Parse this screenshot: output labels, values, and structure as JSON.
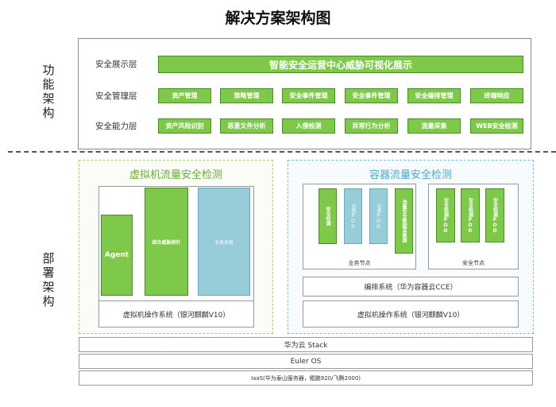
{
  "title": "解决方案架构图",
  "side_labels": {
    "functional": "功能架构",
    "deployment": "部署架构"
  },
  "functional": {
    "rows": [
      {
        "label": "安全展示层",
        "items": [
          "智能安全运营中心威胁可视化展示"
        ]
      },
      {
        "label": "安全管理层",
        "items": [
          "资产管理",
          "策略管理",
          "安全事件管理",
          "安全事件管理",
          "安全编排管理",
          "终端响应"
        ]
      },
      {
        "label": "安全能力层",
        "items": [
          "资产风险识别",
          "恶意文件分析",
          "入侵检测",
          "异常行为分析",
          "流量采集",
          "WEB安全检测"
        ]
      }
    ]
  },
  "vm_region": {
    "title": "虚拟机流量安全检测",
    "agent": "Agent",
    "threat_box": "综合威胁探针",
    "business": "业务系统",
    "os": "虚拟机操作系统（银河麒麟V10）"
  },
  "container_region": {
    "title": "容器流量安全检测",
    "business_node": {
      "label": "业务节点",
      "pods": [
        "安全检测",
        "业务POD",
        "业务POD",
        "流量安全数据采集器"
      ]
    },
    "security_node": {
      "label": "安全节点",
      "pods": [
        "安全检测POD",
        "安全检测POD",
        "安全检测POD"
      ]
    },
    "orchestration": "编排系统（华为容器云CCE）",
    "os": "虚拟机操作系统（银河麒麟V10）"
  },
  "base_layers": [
    "华为云 Stack",
    "Euler OS",
    "IaaS(华为泰山服务器，鲲鹏920/飞腾2000)"
  ],
  "colors": {
    "green": "#7fc94a",
    "blue": "#96cdd8",
    "vm_title": "#6aaa3a",
    "ct_title": "#4aa8c8"
  }
}
